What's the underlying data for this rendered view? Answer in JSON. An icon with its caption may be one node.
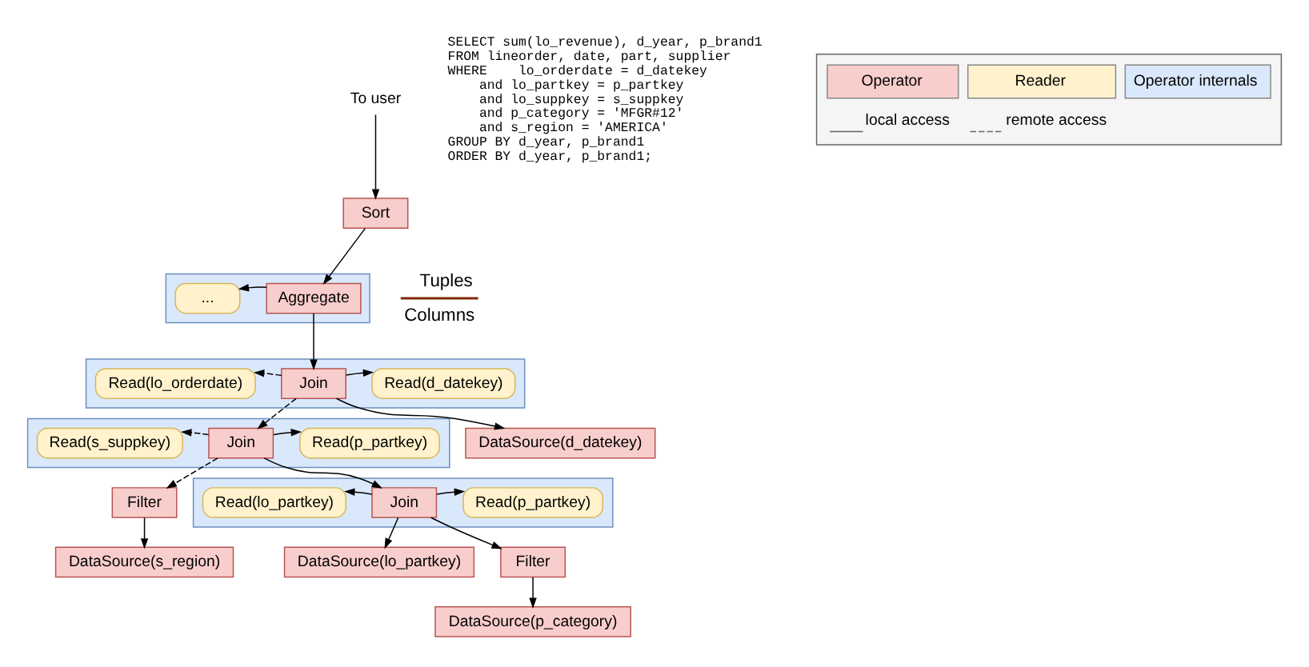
{
  "diagram": {
    "nodes": [
      {
        "text": [
          "To user"
        ]
      },
      {
        "text": [
          "Sort"
        ]
      },
      {
        "text": [],
        "shape": "box"
      },
      {
        "text": [
          "..."
        ],
        "in": 2
      },
      {
        "text": [
          "Aggregate"
        ],
        "in": 2
      },
      {
        "text": [],
        "shape": "box"
      },
      {
        "text": [
          "Read(lo_orderdate)"
        ],
        "in": 5
      },
      {
        "text": [
          "Join"
        ],
        "in": 5
      },
      {
        "text": [
          "Read(d_datekey)"
        ],
        "in": 5
      },
      {
        "text": [],
        "shape": "box"
      },
      {
        "text": [
          "Read(s_suppkey)"
        ],
        "in": 9
      },
      {
        "text": [
          "Join"
        ],
        "in": 9
      },
      {
        "text": [
          "Read(p_partkey)"
        ],
        "in": 9
      },
      {
        "text": [
          "DataSource(d_datekey)"
        ]
      },
      {
        "text": [
          "Filter"
        ]
      },
      {
        "text": [],
        "shape": "box"
      },
      {
        "text": [
          "Read(lo_partkey)"
        ],
        "in": 15
      },
      {
        "text": [
          "Join"
        ],
        "in": 15
      },
      {
        "text": [
          "Read(p_partkey)"
        ],
        "in": 15
      },
      {
        "text": [
          "DataSource(s_region)"
        ]
      },
      {
        "text": [
          "DataSource(lo_partkey)"
        ]
      },
      {
        "text": [
          "Filter"
        ]
      },
      {
        "text": [
          "DataSource(p_category)"
        ]
      }
    ],
    "edges": [
      {
        "from": 0,
        "to": 1,
        "arrow": "to"
      },
      {
        "from": 1,
        "to": 4,
        "arrow": "to"
      },
      {
        "from": 4,
        "to": 3,
        "arrow": "to"
      },
      {
        "from": 4,
        "to": 7,
        "arrow": "to"
      },
      {
        "from": 7,
        "to": 6,
        "arrow": "to",
        "style": "dashed"
      },
      {
        "from": 7,
        "to": 8,
        "arrow": "to"
      },
      {
        "from": 7,
        "to": 11,
        "arrow": "to",
        "style": "dashed"
      },
      {
        "from": 7,
        "to": 13,
        "arrow": "to"
      },
      {
        "from": 11,
        "to": 10,
        "arrow": "to",
        "style": "dashed"
      },
      {
        "from": 11,
        "to": 12,
        "arrow": "to"
      },
      {
        "from": 11,
        "to": 14,
        "arrow": "to",
        "style": "dashed"
      },
      {
        "from": 11,
        "to": 17,
        "arrow": "to"
      },
      {
        "from": 17,
        "to": 16,
        "arrow": "to"
      },
      {
        "from": 17,
        "to": 18,
        "arrow": "to"
      },
      {
        "from": 14,
        "to": 19,
        "arrow": "to"
      },
      {
        "from": 17,
        "to": 20,
        "arrow": "to"
      },
      {
        "from": 17,
        "to": 21,
        "arrow": "to"
      },
      {
        "from": 21,
        "to": 22,
        "arrow": "to"
      }
    ],
    "labels": [
      "SELECT sum(lo_revenue), d_year, p_brand1",
      "FROM lineorder, date, part, supplier",
      "WHERE    lo_orderdate = d_datekey",
      "     and lo_partkey = p_partkey",
      "     and lo_suppkey = s_suppkey",
      "     and p_category = 'MFGR#12'",
      "     and s_region = 'AMERICA'",
      "GROUP BY d_year, p_brand1",
      "ORDER BY d_year, p_brand1;",
      "Tuples",
      "Columns"
    ],
    "legend": [
      {
        "text": "Operator",
        "color": "#f8cecc"
      },
      {
        "text": "Reader",
        "color": "#fff2cc"
      },
      {
        "text": "Operator internals",
        "color": "#dae8fc"
      },
      {
        "text": "local access"
      },
      {
        "text": "remote access"
      }
    ]
  }
}
